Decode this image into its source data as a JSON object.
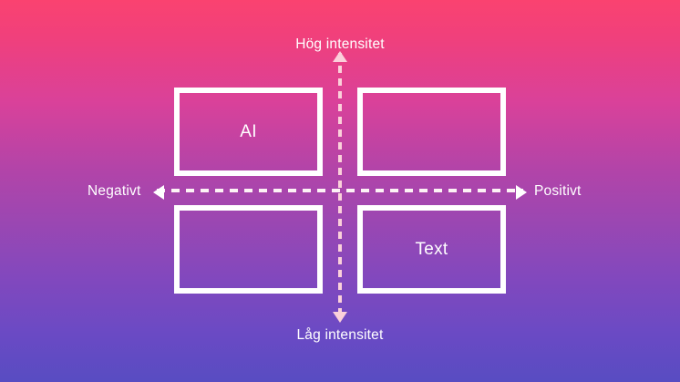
{
  "figure": {
    "type": "quadrant-matrix",
    "background": {
      "gradient_from": "#fa4270",
      "gradient_to": "#584cc2",
      "direction": "vertical"
    },
    "axes": {
      "vertical": {
        "top_label": "Hög intensitet",
        "bottom_label": "Låg intensitet",
        "line_color": "#fbd0da",
        "style": "dashed",
        "arrows": "both"
      },
      "horizontal": {
        "left_label": "Negativt",
        "right_label": "Positivt",
        "line_color": "#ffffff",
        "style": "dashed",
        "arrows": "both"
      }
    },
    "quadrants": [
      {
        "position": "top-left",
        "label": "AI"
      },
      {
        "position": "top-right",
        "label": ""
      },
      {
        "position": "bottom-left",
        "label": ""
      },
      {
        "position": "bottom-right",
        "label": "Text"
      }
    ],
    "text_color": "#ffffff",
    "box_border_color": "#ffffff"
  }
}
